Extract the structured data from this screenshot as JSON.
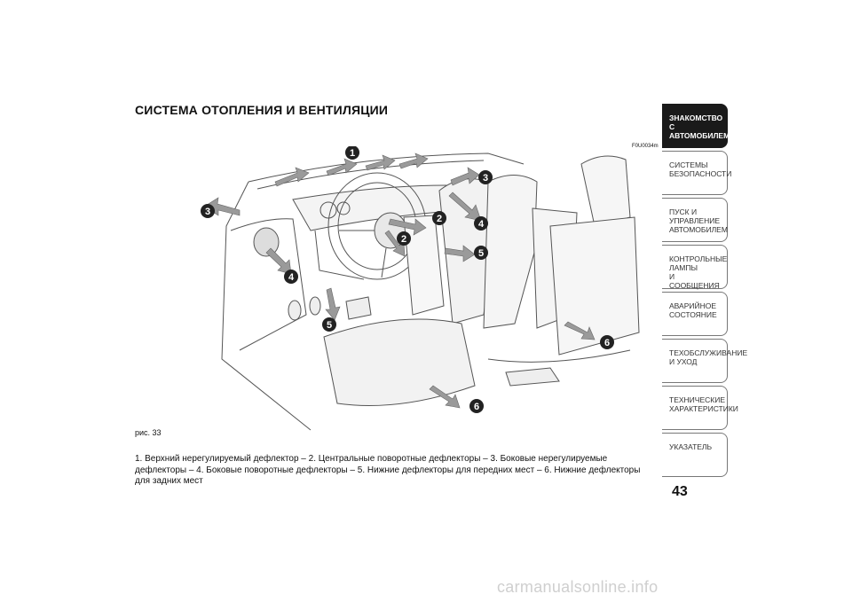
{
  "section_title": "СИСТЕМА ОТОПЛЕНИЯ И ВЕНТИЛЯЦИИ",
  "figure_code": "F0U0034m",
  "figure_label": "рис. 33",
  "caption": "1. Верхний нерегулируемый дефлектор – 2. Центральные поворотные дефлекторы – 3. Боковые нерегулируемые дефлекторы – 4. Боковые поворотные дефлекторы – 5. Нижние дефлекторы для передних мест – 6. Нижние дефлекторы для задних мест",
  "page_number": "43",
  "watermark": "carmanualsonline.info",
  "callouts": [
    "1",
    "2",
    "2",
    "3",
    "3",
    "4",
    "4",
    "5",
    "5",
    "6",
    "6"
  ],
  "tabs": [
    {
      "label": "ЗНАКОМСТВО С\nАВТОМОБИЛЕМ",
      "active": true
    },
    {
      "label": "СИСТЕМЫ\nБЕЗОПАСНОСТИ",
      "active": false
    },
    {
      "label": "ПУСК И УПРАВЛЕНИЕ\nАВТОМОБИЛЕМ",
      "active": false
    },
    {
      "label": "КОНТРОЛЬНЫЕ\nЛАМПЫ\nИ СООБЩЕНИЯ",
      "active": false
    },
    {
      "label": "АВАРИЙНОЕ\nСОСТОЯНИЕ",
      "active": false
    },
    {
      "label": "ТЕХОБСЛУЖИВАНИЕ\nИ УХОД",
      "active": false
    },
    {
      "label": "ТЕХНИЧЕСКИЕ\nХАРАКТЕРИСТИКИ",
      "active": false
    },
    {
      "label": "УКАЗАТЕЛЬ",
      "active": false
    }
  ]
}
